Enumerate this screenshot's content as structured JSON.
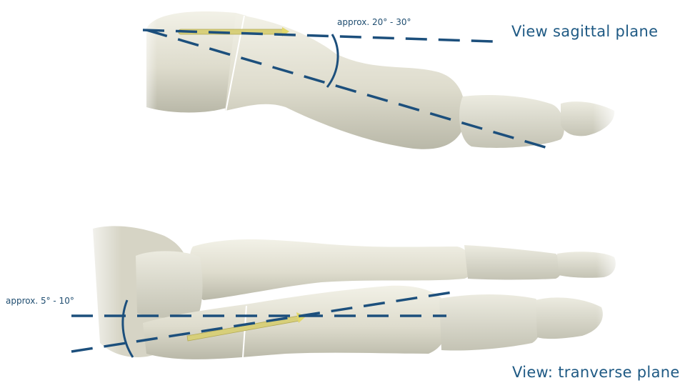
{
  "views": {
    "sagittal": {
      "title": "View sagittal plane",
      "angle_label": "approx. 20° - 30°"
    },
    "transverse": {
      "title": "View: tranverse plane",
      "angle_label": "approx. 5° - 10°"
    }
  },
  "colors": {
    "guide_line": "#1c4f7c",
    "title_text": "#1f5a84",
    "bone": "#e6e4d6",
    "bone_shadow": "#bdbcae",
    "screw": "#d7cf7a"
  }
}
